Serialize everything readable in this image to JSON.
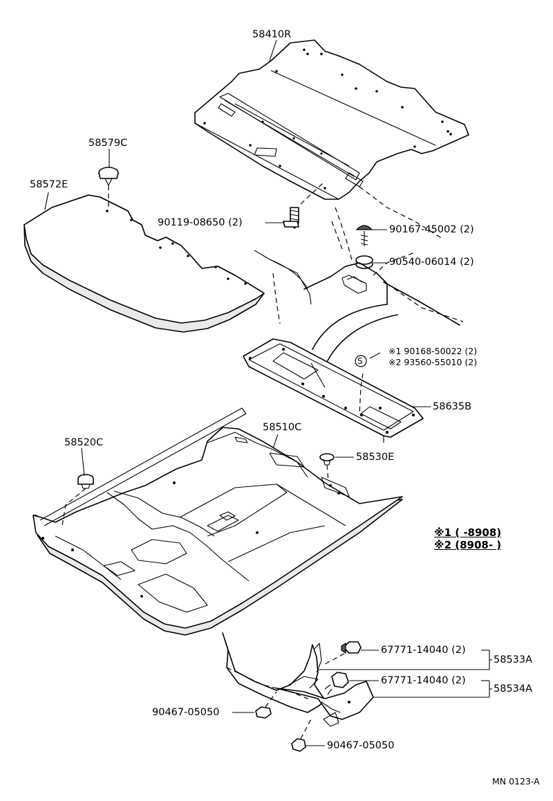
{
  "parts": {
    "p58410r": "58410R",
    "p58579c": "58579C",
    "p58572e": "58572E",
    "p90119": "90119-08650 (2)",
    "p90167": "90167-45002 (2)",
    "p90540": "90540-06014 (2)",
    "p90168": "※1 90168-50022 (2)",
    "p93560": "※2 93560-55010 (2)",
    "p58635b": "58635B",
    "p58510c": "58510C",
    "p58520c": "58520C",
    "p58530e": "58530E",
    "p67771a": "67771-14040 (2)",
    "p67771b": "67771-14040 (2)",
    "p58533a": "58533A",
    "p58534a": "58534A",
    "p90467a": "90467-05050",
    "p90467b": "90467-05050"
  },
  "notes": {
    "note1": "※1 (       -8908)",
    "note2": "※2 (8908-       )"
  },
  "symbol": "S",
  "footer": "MN 0123-A"
}
